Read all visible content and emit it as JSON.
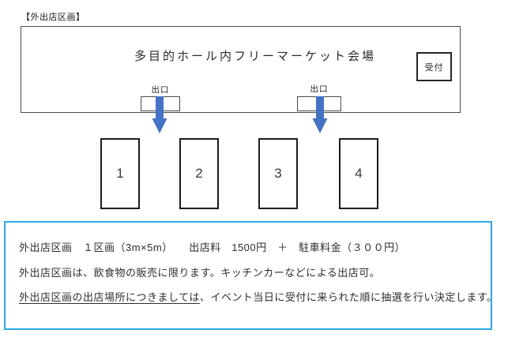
{
  "page": {
    "title": "【外出店区画】"
  },
  "hall": {
    "label": "多目的ホール内フリーマーケット会場",
    "reception": "受付",
    "exit1": "出口",
    "exit2": "出口"
  },
  "stalls": [
    "1",
    "2",
    "3",
    "4"
  ],
  "info": {
    "line1": "外出店区画　１区画（3m×5m）　　出店料　1500円　＋　駐車料金（３００円）",
    "line2": "外出店区画は、飲食物の販売に限ります。キッチンカーなどによる出店可。",
    "line3_underlined": "外出店区画の出店場所につきましては",
    "line3_rest": "、イベント当日に受付に来られた順に抽選を行い決定します。"
  },
  "colors": {
    "arrow_blue": "#4472C4",
    "info_border": "#29ABE2"
  }
}
